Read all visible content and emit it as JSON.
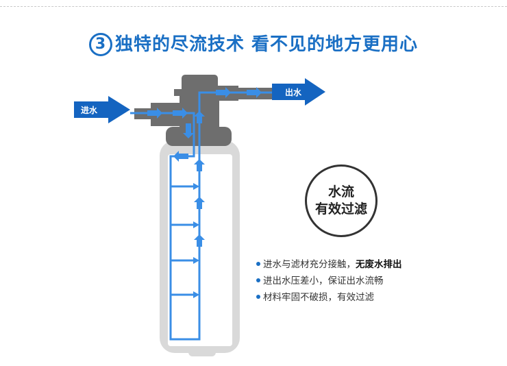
{
  "header": {
    "number": "3",
    "title": "独特的尽流技术 看不见的地方更用心"
  },
  "diagram": {
    "inlet_label": "进水",
    "outlet_label": "出水"
  },
  "badge": {
    "line1": "水流",
    "line2": "有效过滤"
  },
  "features": [
    {
      "text": "进水与滤材充分接触，",
      "bold": "无废水排出"
    },
    {
      "text": "进出水压差小，保证出水流畅"
    },
    {
      "text": "材料牢固不破损，有效过滤"
    }
  ],
  "colors": {
    "accent": "#1a6fc4",
    "flow": "#3a8ee6",
    "head": "#6e6e6e",
    "tank": "#d9d9d9"
  }
}
